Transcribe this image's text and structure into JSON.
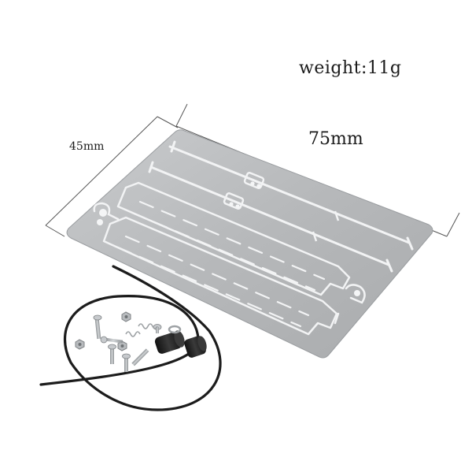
{
  "annotations": {
    "weight": "weight:11g",
    "width": "75mm",
    "height": "45mm"
  },
  "colors": {
    "plate": "#b9bbbd",
    "plate_edge": "#9a9da0",
    "cutout": "#f4f5f6",
    "wire": "#1c1c1c",
    "screw": "#a7abae",
    "end_cap": "#2a2a2a",
    "dimension_line": "#444444"
  }
}
